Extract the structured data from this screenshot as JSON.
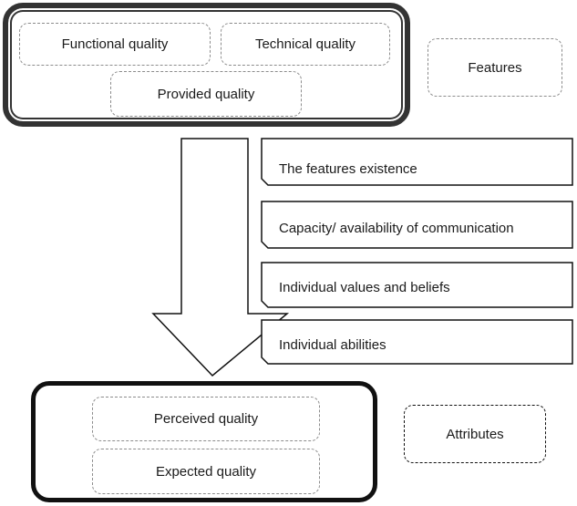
{
  "features_group": {
    "items": [
      "Functional quality",
      "Technical quality",
      "Provided quality"
    ],
    "tag": "Features"
  },
  "factors": [
    "The features existence",
    "Capacity/ availability of communication",
    "Individual values and beliefs",
    "Individual abilities"
  ],
  "attributes_group": {
    "items": [
      "Perceived quality",
      "Expected quality"
    ],
    "tag": "Attributes"
  }
}
